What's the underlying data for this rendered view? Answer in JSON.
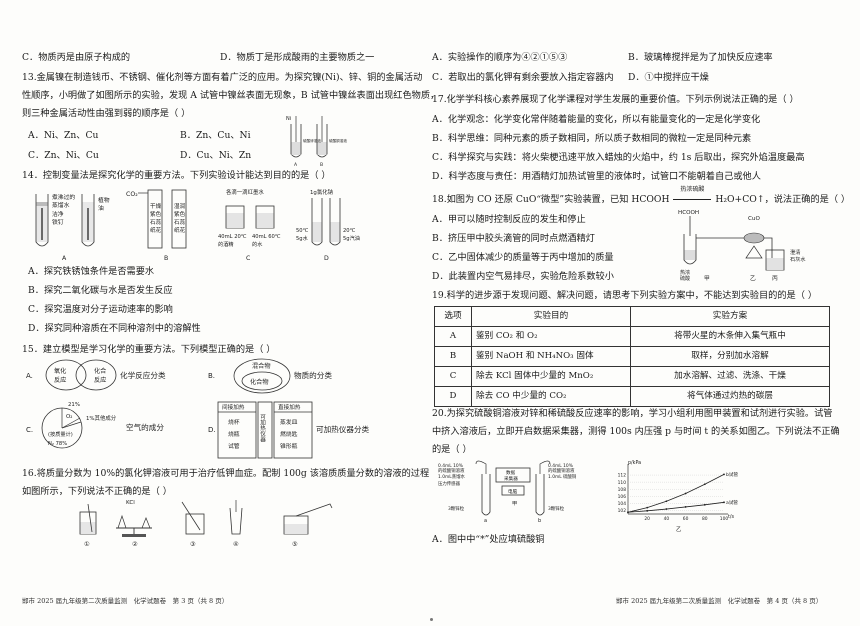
{
  "left": {
    "top_options": {
      "c": "C．物质丙是由原子构成的",
      "d": "D．物质丁是形成酸雨的主要物质之一"
    },
    "q13": {
      "line1": "13.金属镍在制造钱币、不锈钢、催化剂等方面有着广泛的应用。为探究镍(Ni)、锌、铜的金属活动",
      "line2": "性顺序，小明做了如图所示的实验，发现 A 试管中镍丝表面无现象，B 试管中镍丝表面出现红色物质，",
      "line3": "则三种金属活动性由强到弱的顺序是（    ）",
      "fig": {
        "ni": "Ni",
        "a_label": "A",
        "b_label": "B",
        "a_sol": "硫酸锌溶液",
        "b_sol": "硫酸铜溶液"
      },
      "options": {
        "a": "A．Ni、Zn、Cu",
        "b": "B．Zn、Cu、Ni",
        "c": "C．Zn、Ni、Cu",
        "d": "D．Cu、Ni、Zn"
      }
    },
    "q14": {
      "stem": "14．控制变量法是探究化学的重要方法。下列实验设计能达到目的的是（    ）",
      "fig": {
        "a1": "煮沸过的",
        "a2": "蒸馏水",
        "a3": "洁净",
        "a4": "铁钉",
        "a5": "植物",
        "a6": "油",
        "b_co2": "CO₂",
        "b1": "干燥",
        "b2": "紫色",
        "b3": "石蕊",
        "b4": "纸花",
        "b5": "湿润",
        "b6": "紫色",
        "b7": "石蕊",
        "b8": "纸花",
        "c_top": "各滴一滴红墨水",
        "c1": "40mL 20℃",
        "c2": "的酒精",
        "c3": "40mL 60℃",
        "c4": "的水",
        "d_top": "1g氯化钠",
        "d1": "50℃",
        "d2": "5g水",
        "d3": "20℃",
        "d4": "5g汽油",
        "la": "A",
        "lb": "B",
        "lc": "C",
        "ld": "D"
      },
      "options": {
        "a": "A．探究铁锈蚀条件是否需要水",
        "b": "B．探究二氧化碳与水是否发生反应",
        "c": "C．探究温度对分子运动速率的影响",
        "d": "D．探究同种溶质在不同种溶剂中的溶解性"
      }
    },
    "q15": {
      "stem": "15．建立模型是学习化学的重要方法。下列模型正确的是（    ）",
      "a": {
        "label": "A.",
        "c1a": "氧化",
        "c1b": "反应",
        "c2a": "化合",
        "c2b": "反应",
        "caption": "化学反应分类"
      },
      "b": {
        "label": "B.",
        "outer": "混合物",
        "inner": "化合物",
        "caption": "物质的分类"
      },
      "c": {
        "label": "C.",
        "p21": "21%",
        "o2": "O₂",
        "other": "1%其他成分",
        "by": "(按质量计)",
        "n2": "N₂ 78%",
        "caption": "空气的成分"
      },
      "d": {
        "label": "D.",
        "h1": "间接加热",
        "h2": "可加热仪器",
        "h3": "直接加热",
        "l1": "烧杯",
        "l2": "烧瓶",
        "l3": "试管",
        "r1": "蒸发皿",
        "r2": "燃烧匙",
        "r3": "锥形瓶",
        "caption": "可加热仪器分类"
      }
    },
    "q16": {
      "line1": "16.将质量分数为 10%的氯化钾溶液可用于治疗低钾血症。配制 100g 该溶质质量分数的溶液的过程",
      "line2": "如图所示，下列说法不正确的是（    ）",
      "kcl": "KCl",
      "steps": [
        "①",
        "②",
        "③",
        "④",
        "⑤"
      ]
    },
    "footer": "邯市 2025 届九年级第二次质量监测　化学试题卷　第 3 页（共 8 页）"
  },
  "right": {
    "top_options": {
      "a": "A．实验操作的顺序为④②①⑤③",
      "b": "B．玻璃棒搅拌是为了加快反应速率",
      "c": "C．若取出的氯化钾有剩余要放入指定容器内",
      "d": "D．①中搅拌应干燥"
    },
    "q17": {
      "stem": "17.化学学科核心素养展现了化学课程对学生发展的重要价值。下列示例说法正确的是（    ）",
      "options": {
        "a": "A．化学观念：化学变化常伴随着能量的变化，所以有能量变化的一定是化学变化",
        "b": "B．科学思维：同种元素的质子数相同，所以质子数相同的微粒一定是同种元素",
        "c": "C．科学探究与实践：将火柴梗迅速平放入蜡烛的火焰中，约 1s 后取出，探究外焰温度最高",
        "d": "D．科学态度与责任：用酒精灯加热试管里的液体时，试管口不能朝着自己或他人"
      }
    },
    "q18": {
      "line1": "18.如图为 CO 还原 CuO“微型”实验装置，已知 HCOOH",
      "cond": "热浓硫酸",
      "products": "H₂O+CO↑，说法正确的是（    ）",
      "fig": {
        "hcooh": "HCOOH",
        "cuo": "CuO",
        "acid": "热浓",
        "acid2": "硫酸",
        "lime": "澄清",
        "lime2": "石灰水",
        "jia": "甲",
        "yi": "乙",
        "bing": "丙"
      },
      "options": {
        "a": "A．甲可以随时控制反应的发生和停止",
        "b": "B．挤压甲中胶头滴管的同时点燃酒精灯",
        "c": "C．乙中固体减少的质量等于丙中增加的质量",
        "d": "D．此装置内空气易排尽，实验危险系数较小"
      }
    },
    "q19": {
      "stem": "19.科学的进步源于发现问题、解决问题，请思考下列实验方案中，不能达到实验目的的是（    ）",
      "headers": [
        "选项",
        "实验目的",
        "实验方案"
      ],
      "rows": [
        [
          "A",
          "鉴别 CO₂ 和 O₂",
          "将带火星的木条伸入集气瓶中"
        ],
        [
          "B",
          "鉴别 NaOH 和 NH₄NO₃ 固体",
          "取样，分别加水溶解"
        ],
        [
          "C",
          "除去 KCl 固体中少量的 MnO₂",
          "加水溶解、过滤、洗涤、干燥"
        ],
        [
          "D",
          "除去 CO 中少量的 CO₂",
          "将气体通过灼热的碳层"
        ]
      ]
    },
    "q20": {
      "line1": "20.为探究硫酸铜溶液对锌和稀硫酸反应速率的影响，学习小组利用图甲装置和试剂进行实验。试管",
      "line2": "中挤入溶液后，立即开启数据采集器，测得 100s 内压强 p 与时间 t 的关系如图乙。下列说法不正确",
      "line3": "的是（    ）",
      "fig": {
        "l1": "0.4mL 10%",
        "l2": "的硫酸铜溶液",
        "l3": "1.0mL蒸馏水",
        "r1": "0.4mL 10%",
        "r2": "的硫酸铜溶液",
        "r3": "1.0mL 硫酸铜",
        "sensor": "压力传感器",
        "collector": "数据",
        "collector2": "采集器",
        "pc": "电脑",
        "zn": "3颗锌粒",
        "zn2": "3颗锌粒",
        "la": "a",
        "lb": "b",
        "jia": "甲",
        "chart_caption": "乙"
      },
      "option_a": "A．图中中“*”处应填硫酸铜"
    },
    "footer": "邯市 2025 届九年级第二次质量监测　化学试题卷　第 4 页（共 8 页）"
  },
  "chart_data": {
    "type": "line",
    "ylabel": "p/kPa",
    "xlabel": "t/s",
    "y_ticks": [
      102,
      104,
      106,
      108,
      110,
      112
    ],
    "x_ticks": [
      20,
      40,
      60,
      80,
      100
    ],
    "ylim": [
      101,
      114
    ],
    "xlim": [
      0,
      100
    ],
    "series": [
      {
        "name": "b试管",
        "x": [
          0,
          20,
          40,
          60,
          80,
          100
        ],
        "y": [
          101.5,
          102.8,
          104.6,
          106.8,
          109.4,
          112.2
        ]
      },
      {
        "name": "a试管",
        "x": [
          0,
          20,
          40,
          60,
          80,
          100
        ],
        "y": [
          101.5,
          101.9,
          102.4,
          103.0,
          103.6,
          104.3
        ]
      }
    ]
  }
}
